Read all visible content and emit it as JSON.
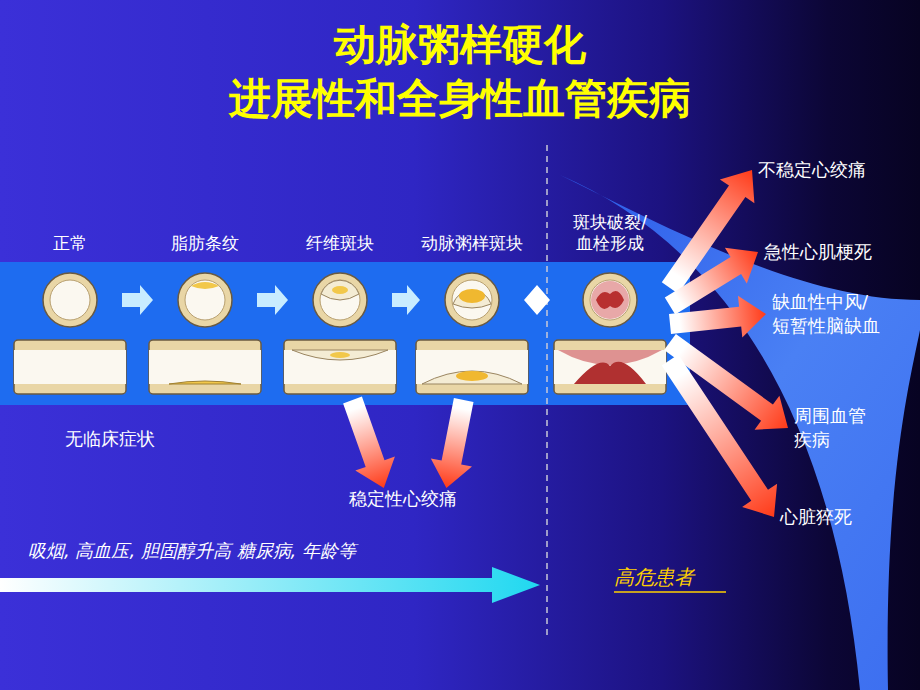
{
  "diagram": {
    "title": "动脉粥样硬化 进展性和全身性血管疾病",
    "nodes": [
      {
        "text": [
          "正常"
        ]
      },
      {
        "text": [
          "脂肪条纹"
        ]
      },
      {
        "text": [
          "纤维斑块"
        ]
      },
      {
        "text": [
          "动脉粥样斑块"
        ]
      },
      {
        "text": [
          "斑块破裂/ 血栓形成"
        ]
      },
      {
        "text": [
          "稳定性心绞痛"
        ]
      },
      {
        "text": [
          "不稳定心绞痛"
        ]
      },
      {
        "text": [
          "急性心肌梗死"
        ]
      },
      {
        "text": [
          "缺血性中风/ 短暂性脑缺血"
        ]
      },
      {
        "text": [
          "周围血管 疾病"
        ]
      },
      {
        "text": [
          "心脏猝死"
        ]
      }
    ],
    "edges": [
      {
        "from": 0,
        "to": 1,
        "arrow": "to"
      },
      {
        "from": 1,
        "to": 2,
        "arrow": "to"
      },
      {
        "from": 2,
        "to": 3,
        "arrow": "to"
      },
      {
        "from": 3,
        "to": 4,
        "arrow": "both"
      },
      {
        "from": 2,
        "to": 5,
        "arrow": "to"
      },
      {
        "from": 3,
        "to": 5,
        "arrow": "to"
      },
      {
        "from": 4,
        "to": 6,
        "arrow": "to"
      },
      {
        "from": 4,
        "to": 7,
        "arrow": "to"
      },
      {
        "from": 4,
        "to": 8,
        "arrow": "to"
      },
      {
        "from": 4,
        "to": 9,
        "arrow": "to"
      },
      {
        "from": 4,
        "to": 10,
        "arrow": "to"
      }
    ],
    "labels": [
      "无临床症状",
      "吸烟, 高血压, 胆固醇升高 糖尿病, 年龄等",
      "高危患者"
    ]
  }
}
